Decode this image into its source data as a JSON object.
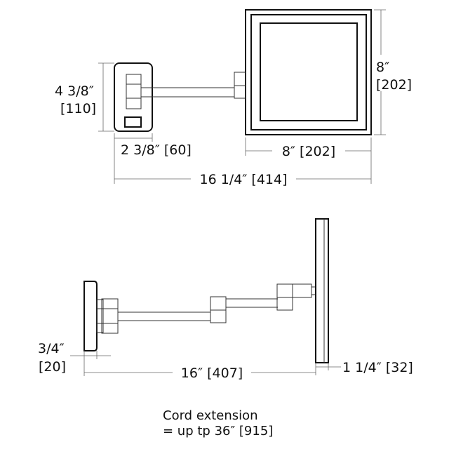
{
  "top_view": {
    "backplate_height": "4 3/8″",
    "backplate_height_mm": "[110]",
    "backplate_width": "2 3/8″ [60]",
    "mirror_width": "8″ [202]",
    "mirror_height": "8″",
    "mirror_height_mm": "[202]",
    "overall_width": "16 1/4″ [414]"
  },
  "side_view": {
    "backplate_depth": "3/4″",
    "backplate_depth_mm": "[20]",
    "arm_extension": "16″ [407]",
    "mirror_depth": "1 1/4″ [32]"
  },
  "note": {
    "line1": "Cord extension",
    "line2": "= up tp 36″ [915]"
  }
}
